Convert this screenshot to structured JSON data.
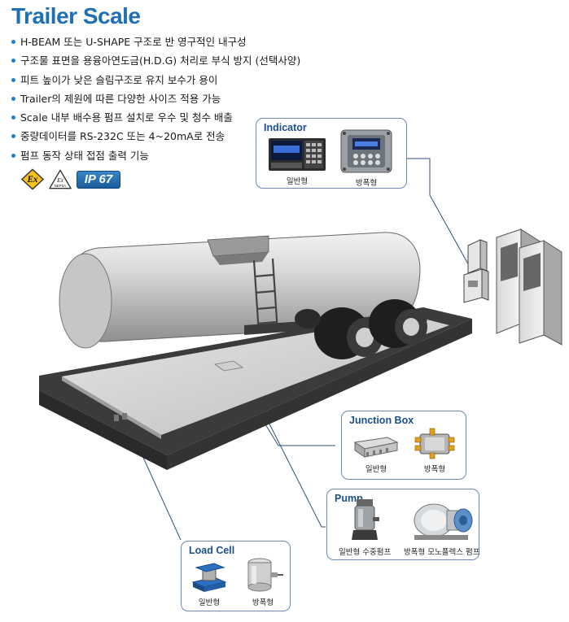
{
  "title": "Trailer Scale",
  "features": [
    "H-BEAM 또는 U-SHAPE 구조로 반 영구적인 내구성",
    "구조물 표면을 용융아연도금(H.D.G) 처리로 부식 방지 (선택사양)",
    "피트 높이가 낮은 슬림구조로 유지 보수가 용이",
    "Trailer의 제원에 따른 다양한 사이즈 적용 가능",
    "Scale 내부 배수용 펌프 설치로 우수 및 청수 배출",
    "중량데이터를 RS-232C 또는 4~20mA로 전송",
    "펌프 동작 상태 접점 출력 기능"
  ],
  "badges": {
    "ex": "Ex",
    "ex_nepsa_top": "Ex",
    "ex_nepsa_bottom": "NEPSA",
    "ip": "IP 67"
  },
  "indicator": {
    "title": "Indicator",
    "items": [
      "일반형",
      "방폭형"
    ]
  },
  "junction_box": {
    "title": "Junction Box",
    "items": [
      "일반형",
      "방폭형"
    ]
  },
  "pump": {
    "title": "Pump",
    "items": [
      "일반형 수중펌프",
      "방폭형 모노플렉스 펌프"
    ]
  },
  "load_cell": {
    "title": "Load Cell",
    "items": [
      "일반형",
      "방폭형"
    ]
  },
  "colors": {
    "accent": "#1f6fb5",
    "callout_border": "#6b88b5",
    "callout_title": "#1a4f8c"
  }
}
